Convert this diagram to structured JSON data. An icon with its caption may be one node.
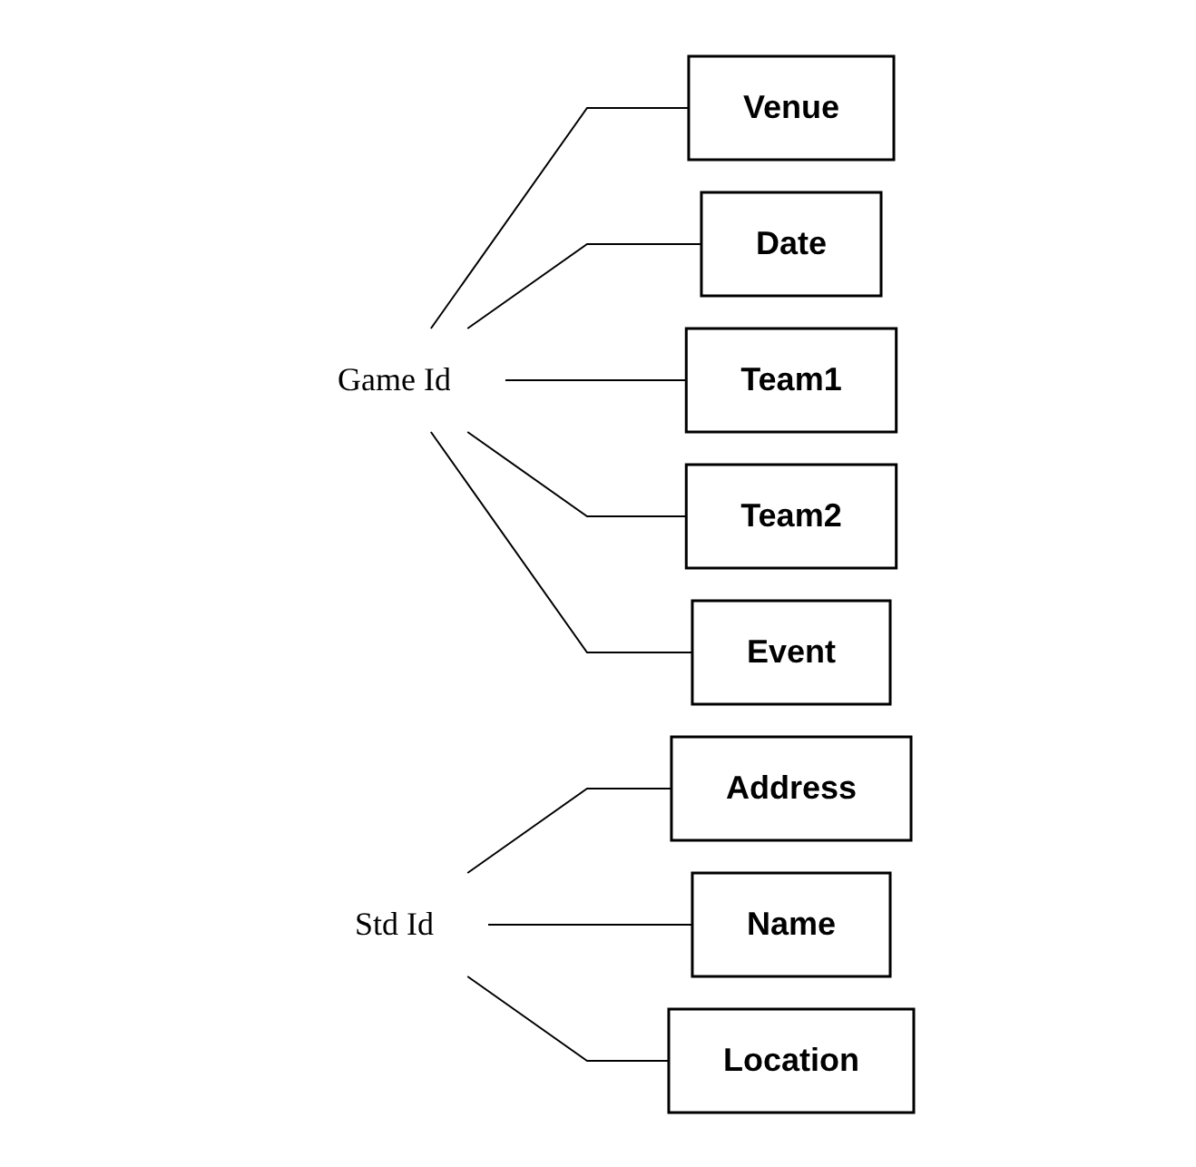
{
  "diagram": {
    "nodes": [
      {
        "text": [
          "Game Id"
        ]
      },
      {
        "text": [
          "Venue"
        ]
      },
      {
        "text": [
          "Date"
        ]
      },
      {
        "text": [
          "Team1"
        ]
      },
      {
        "text": [
          "Team2"
        ]
      },
      {
        "text": [
          "Event"
        ]
      },
      {
        "text": [
          "Std Id"
        ]
      },
      {
        "text": [
          "Address"
        ]
      },
      {
        "text": [
          "Name"
        ]
      },
      {
        "text": [
          "Location"
        ]
      }
    ],
    "edges": [
      {
        "from": 0,
        "to": 1,
        "arrow": "none"
      },
      {
        "from": 0,
        "to": 2,
        "arrow": "none"
      },
      {
        "from": 0,
        "to": 3,
        "arrow": "none"
      },
      {
        "from": 0,
        "to": 4,
        "arrow": "none"
      },
      {
        "from": 0,
        "to": 5,
        "arrow": "none"
      },
      {
        "from": 6,
        "to": 7,
        "arrow": "none"
      },
      {
        "from": 6,
        "to": 8,
        "arrow": "none"
      },
      {
        "from": 6,
        "to": 9,
        "arrow": "none"
      }
    ]
  }
}
